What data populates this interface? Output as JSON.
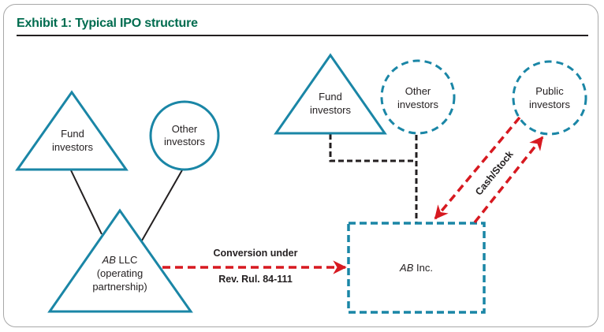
{
  "title": "Exhibit 1: Typical IPO structure",
  "colors": {
    "title": "#006c4f",
    "shape_stroke": "#1a86a6",
    "connector": "#231f20",
    "flow_arrow": "#d71920"
  },
  "nodes": {
    "fund_investors_left": {
      "line1": "Fund",
      "line2": "investors"
    },
    "other_investors_left": {
      "line1": "Other",
      "line2": "investors"
    },
    "ab_llc": {
      "italic": "AB",
      "line1_rest": " LLC",
      "line2": "(operating",
      "line3": "partnership)"
    },
    "fund_investors_right": {
      "line1": "Fund",
      "line2": "investors"
    },
    "other_investors_right": {
      "line1": "Other",
      "line2": "investors"
    },
    "public_investors": {
      "line1": "Public",
      "line2": "investors"
    },
    "ab_inc": {
      "italic": "AB",
      "rest": " Inc."
    }
  },
  "edges": {
    "conversion_label_top": "Conversion under",
    "conversion_label_bottom": "Rev. Rul. 84-111",
    "cash_stock_label": "Cash/Stock"
  }
}
